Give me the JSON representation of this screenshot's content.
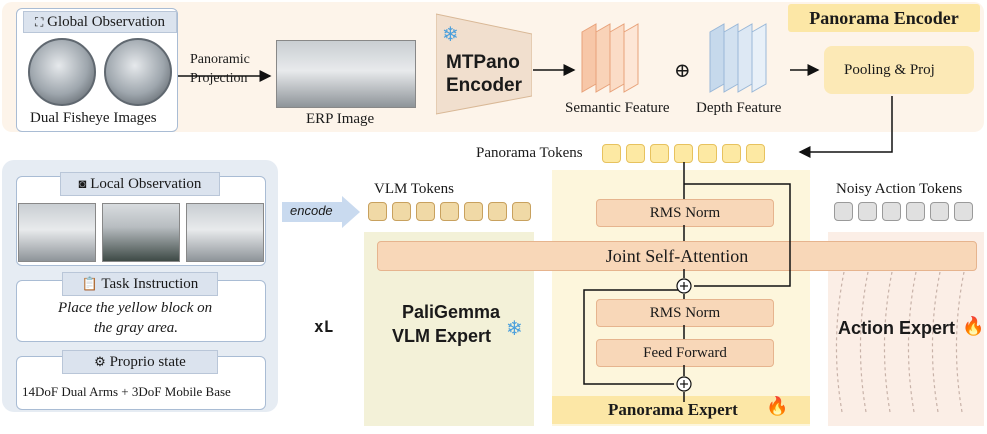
{
  "encoder": {
    "title": "Panorama Encoder",
    "global_observation": "Global Observation",
    "dual_fisheye": "Dual Fisheye Images",
    "projection_line1": "Panoramic",
    "projection_line2": "Projection",
    "erp_image": "ERP Image",
    "mtpano_line1": "MTPano",
    "mtpano_line2": "Encoder",
    "semantic_feature": "Semantic Feature",
    "plus": "⊕",
    "depth_feature": "Depth Feature",
    "pooling": "Pooling & Proj"
  },
  "tokens": {
    "panorama_tokens": "Panorama Tokens",
    "vlm_tokens": "VLM Tokens",
    "noisy_action_tokens": "Noisy Action Tokens",
    "encode": "encode"
  },
  "inputs": {
    "local_observation": "Local Observation",
    "task_instruction": "Task Instruction",
    "instruction_line1": "Place the yellow block on",
    "instruction_line2": "the gray area.",
    "proprio_state": "Proprio state",
    "proprio_value": "14DoF Dual Arms + 3DoF Mobile Base"
  },
  "model": {
    "repeat": "xL",
    "paligemma_line1": "PaliGemma",
    "paligemma_line2": "VLM Expert",
    "rms_norm_1": "RMS Norm",
    "joint_attention": "Joint Self-Attention",
    "rms_norm_2": "RMS Norm",
    "feed_forward": "Feed Forward",
    "panorama_expert": "Panorama Expert",
    "action_expert": "Action Expert"
  },
  "icons": {
    "snowflake": "❄",
    "fire": "🔥"
  }
}
